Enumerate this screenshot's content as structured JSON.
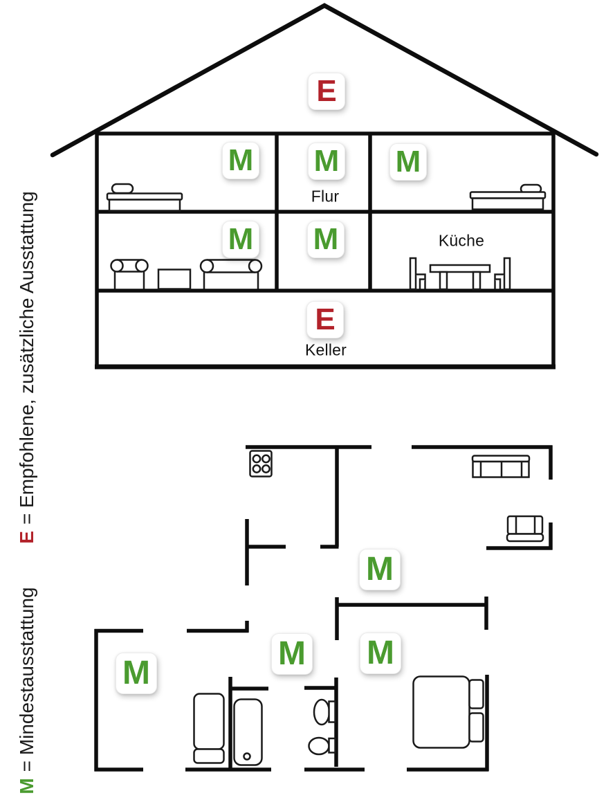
{
  "legend": {
    "recommended": {
      "symbol": "E",
      "text": "= Empfohlene, zusätzliche Ausstattung"
    },
    "minimum": {
      "symbol": "M",
      "text": "= Mindestausstattung"
    }
  },
  "rooms": {
    "flur": "Flur",
    "kueche": "Küche",
    "keller": "Keller"
  },
  "markers": {
    "attic": "E",
    "upper_left": "M",
    "upper_middle": "M",
    "upper_right": "M",
    "middle_left": "M",
    "middle_middle": "M",
    "basement": "E",
    "plan_hall": "M",
    "plan_left_room": "M",
    "plan_bathroom": "M",
    "plan_bedroom": "M"
  },
  "colors": {
    "minimum_green": "#4a9b2f",
    "recommended_red": "#b2222a",
    "line_black": "#0d0d0d"
  }
}
